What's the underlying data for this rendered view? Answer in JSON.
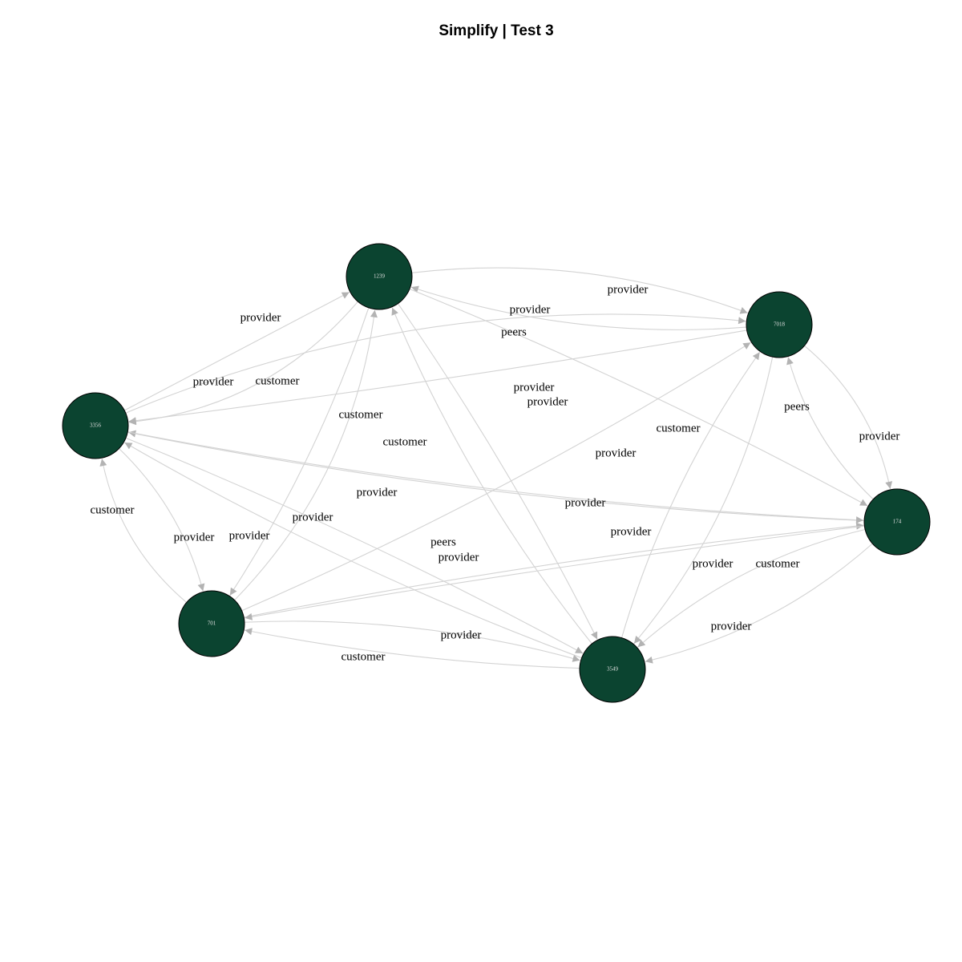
{
  "title": "Simplify | Test 3",
  "colors": {
    "node_fill": "#0b4430",
    "node_label": "#e0e0e0",
    "edge": "#d3d3d3",
    "arrow": "#b3b3b3"
  },
  "nodes": [
    {
      "id": "1239",
      "label": "1239"
    },
    {
      "id": "7018",
      "label": "7018"
    },
    {
      "id": "3356",
      "label": "3356"
    },
    {
      "id": "174",
      "label": "174"
    },
    {
      "id": "701",
      "label": "701"
    },
    {
      "id": "3549",
      "label": "3549"
    }
  ],
  "edges": [
    {
      "source": "1239",
      "target": "7018",
      "label": "provider"
    },
    {
      "source": "7018",
      "target": "1239",
      "label": "provider"
    },
    {
      "source": "3356",
      "target": "7018",
      "label": "peers"
    },
    {
      "source": "1239",
      "target": "3356",
      "label": "provider"
    },
    {
      "source": "3356",
      "target": "1239",
      "label": "provider"
    },
    {
      "source": "701",
      "target": "1239",
      "label": "customer"
    },
    {
      "source": "7018",
      "target": "3356",
      "label": "customer"
    },
    {
      "source": "1239",
      "target": "174",
      "label": "provider"
    },
    {
      "source": "1239",
      "target": "701",
      "label": "provider"
    },
    {
      "source": "701",
      "target": "7018",
      "label": "provider"
    },
    {
      "source": "3549",
      "target": "1239",
      "label": "customer"
    },
    {
      "source": "174",
      "target": "3356",
      "label": "provider"
    },
    {
      "source": "3356",
      "target": "174",
      "label": "provider"
    },
    {
      "source": "174",
      "target": "7018",
      "label": "peers"
    },
    {
      "source": "7018",
      "target": "174",
      "label": "provider"
    },
    {
      "source": "3549",
      "target": "7018",
      "label": "customer"
    },
    {
      "source": "1239",
      "target": "3549",
      "label": "provider"
    },
    {
      "source": "701",
      "target": "3356",
      "label": "customer"
    },
    {
      "source": "3356",
      "target": "701",
      "label": "provider"
    },
    {
      "source": "3549",
      "target": "3356",
      "label": "provider"
    },
    {
      "source": "3356",
      "target": "3549",
      "label": "peers"
    },
    {
      "source": "701",
      "target": "174",
      "label": "provider"
    },
    {
      "source": "174",
      "target": "701",
      "label": "provider"
    },
    {
      "source": "7018",
      "target": "3549",
      "label": "provider"
    },
    {
      "source": "174",
      "target": "3549",
      "label": "customer"
    },
    {
      "source": "174",
      "target": "3549",
      "label": "provider"
    },
    {
      "source": "3549",
      "target": "701",
      "label": "provider"
    },
    {
      "source": "701",
      "target": "3549",
      "label": "customer"
    }
  ]
}
